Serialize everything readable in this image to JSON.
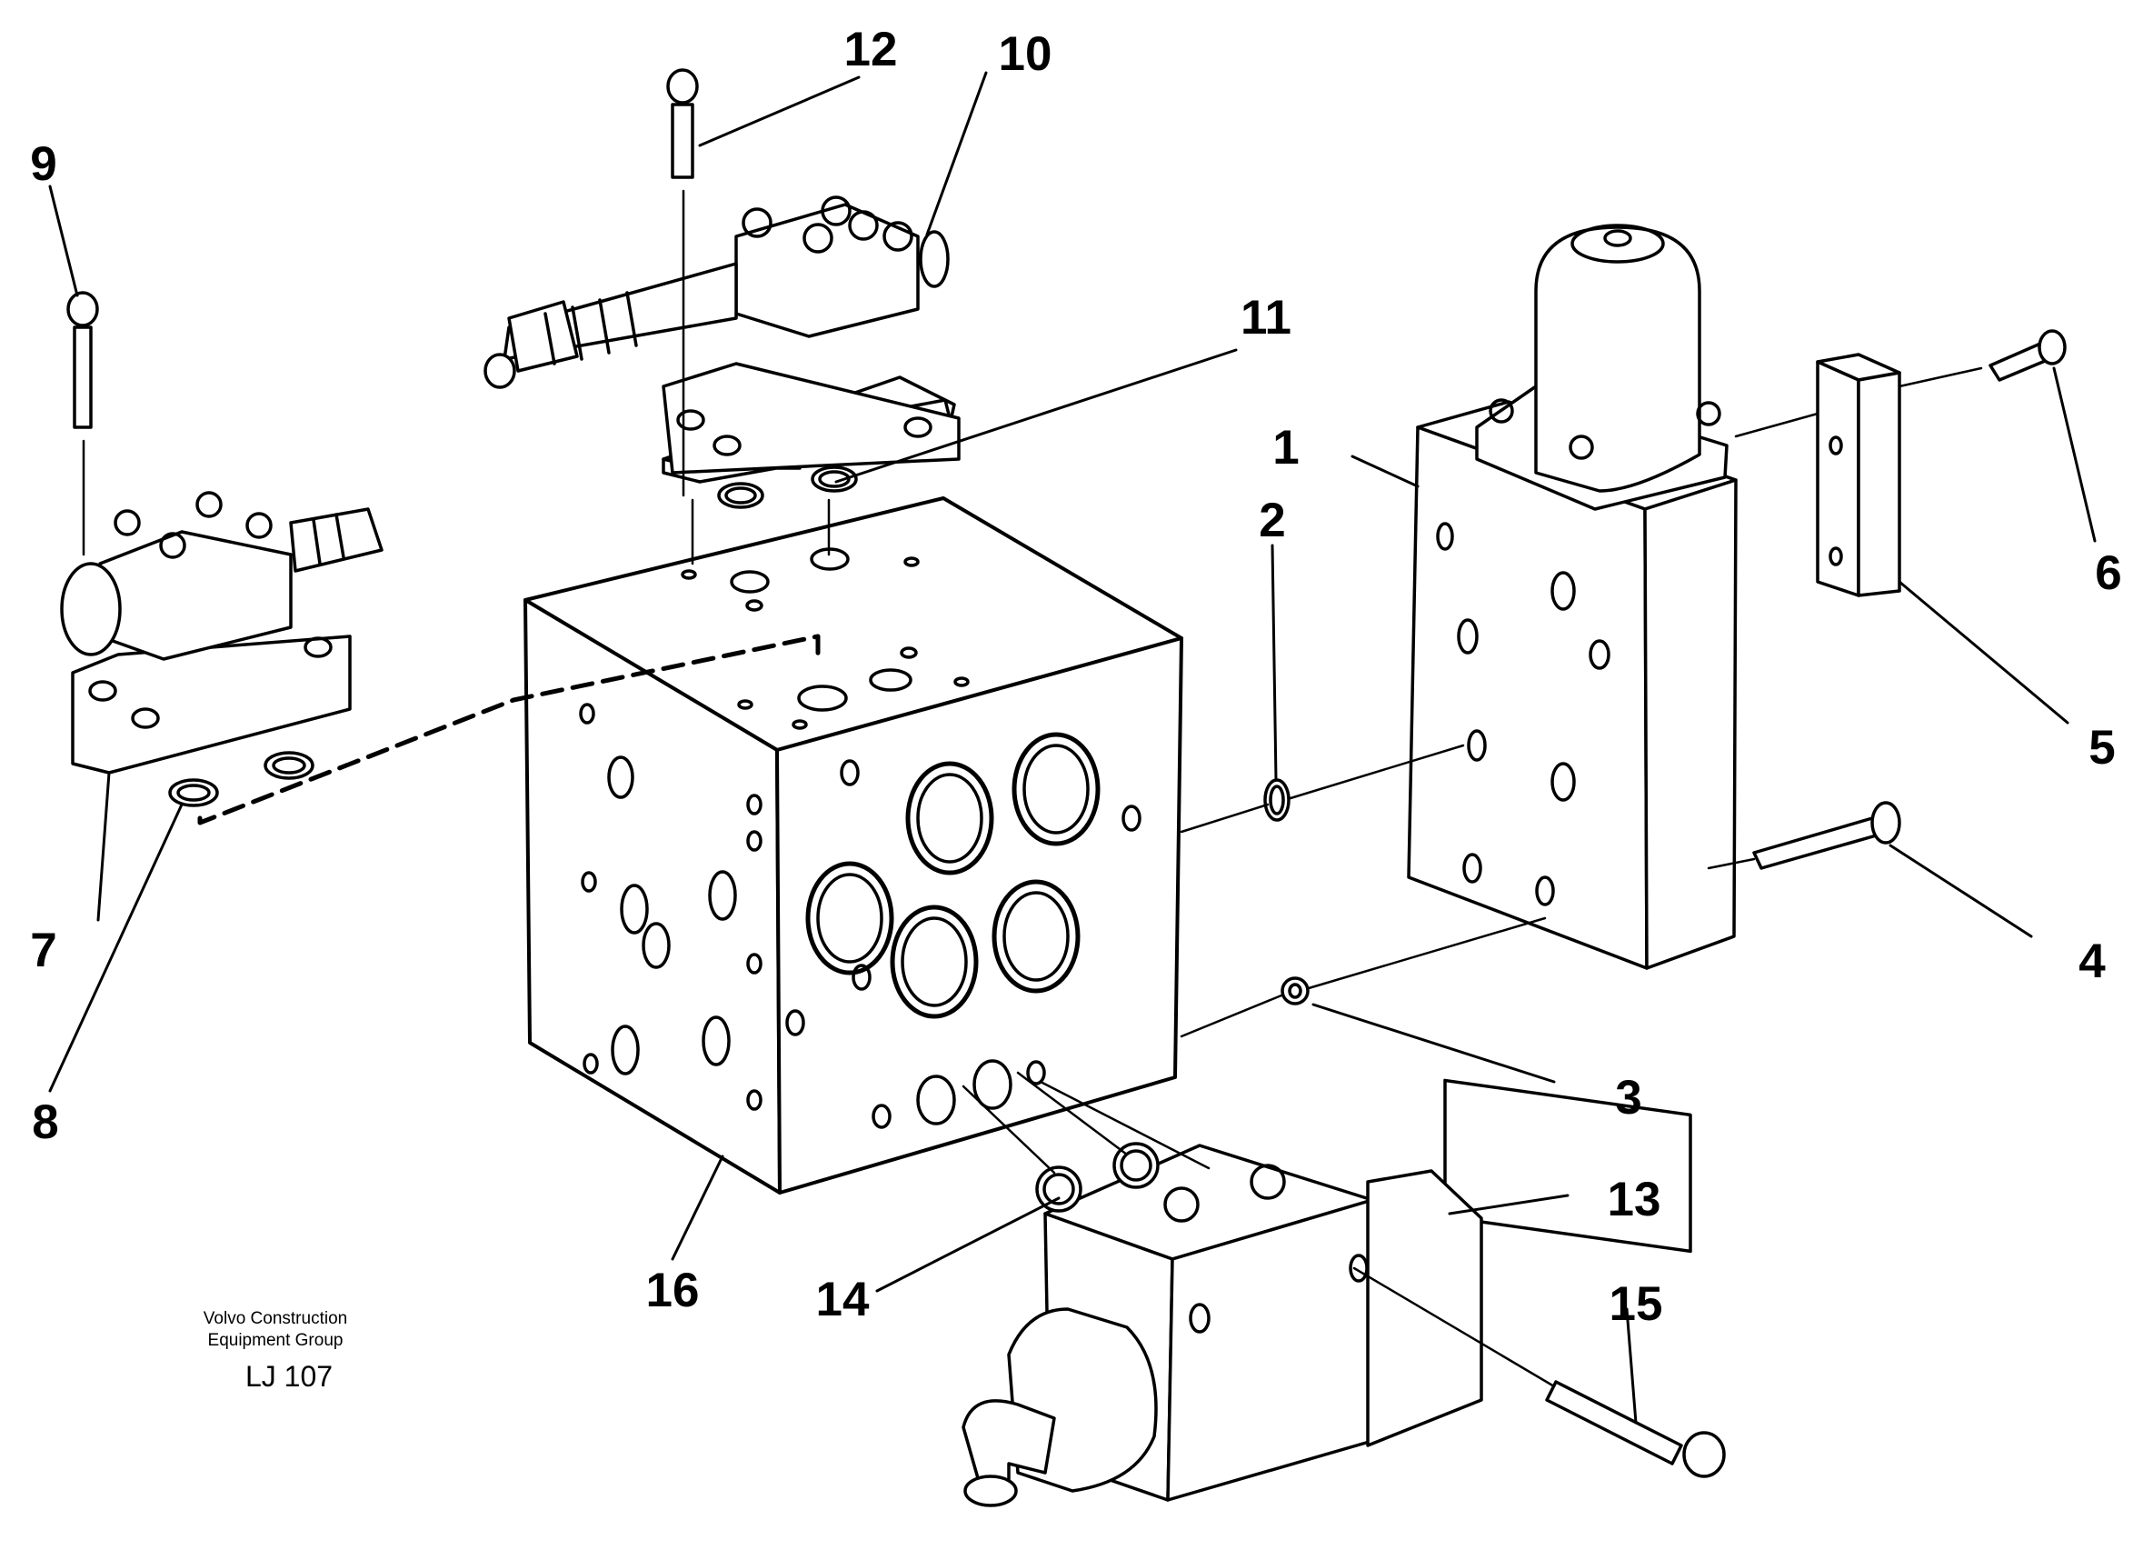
{
  "callouts": {
    "c1": "1",
    "c2": "2",
    "c3": "3",
    "c4": "4",
    "c5": "5",
    "c6": "6",
    "c7": "7",
    "c8": "8",
    "c9": "9",
    "c10": "10",
    "c11": "11",
    "c12": "12",
    "c13": "13",
    "c14": "14",
    "c15": "15",
    "c16": "16"
  },
  "credit": {
    "line1": "Volvo Construction",
    "line2": "Equipment Group",
    "code": "LJ 107"
  }
}
